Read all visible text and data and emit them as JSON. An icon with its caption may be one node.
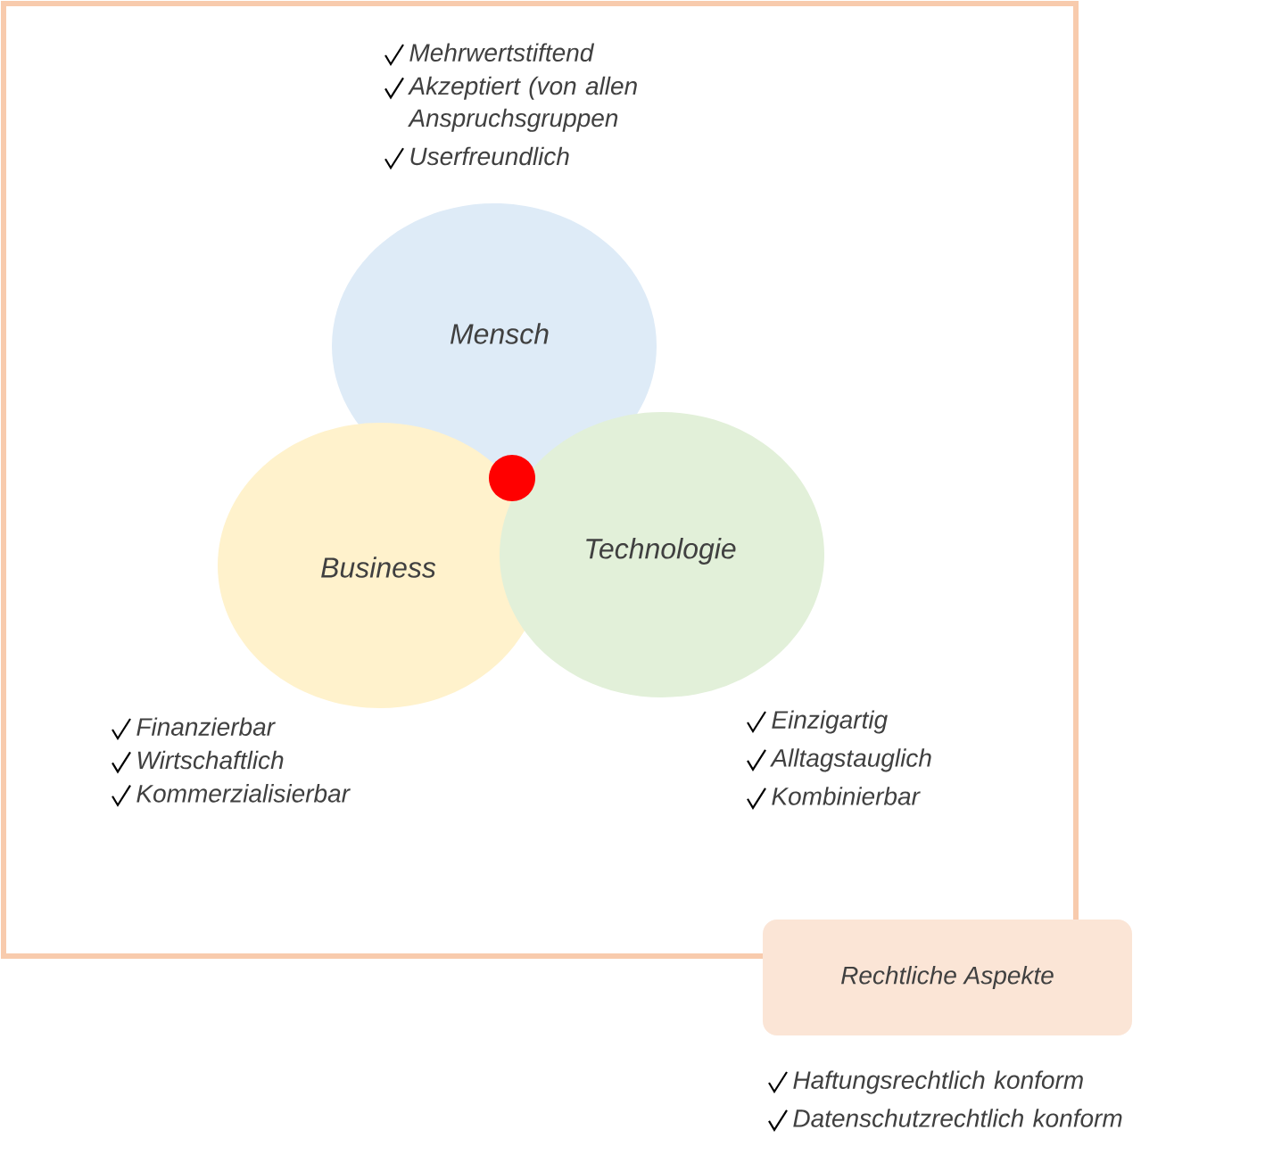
{
  "diagram": {
    "nodes": [
      {
        "text": [
          "Mensch"
        ],
        "beside": [
          "Mehrwertstiftend",
          "Akzeptiert (von allen Anspruchsgruppen",
          "Userfreundlich"
        ]
      },
      {
        "text": [
          "Business"
        ],
        "beside": [
          "Finanzierbar",
          "Wirtschaftlich",
          "Kommerzialisierbar"
        ]
      },
      {
        "text": [
          "Technologie"
        ],
        "beside": [
          "Einzigartig",
          "Alltagstauglich",
          "Kombinierbar"
        ]
      },
      {
        "text": [],
        "shape": "circle"
      },
      {
        "text": [
          "Rechtliche Aspekte"
        ],
        "beside": [
          "Haftungsrechtlich konform",
          "Datenschutzrechtlich konform"
        ]
      }
    ],
    "edges": []
  }
}
